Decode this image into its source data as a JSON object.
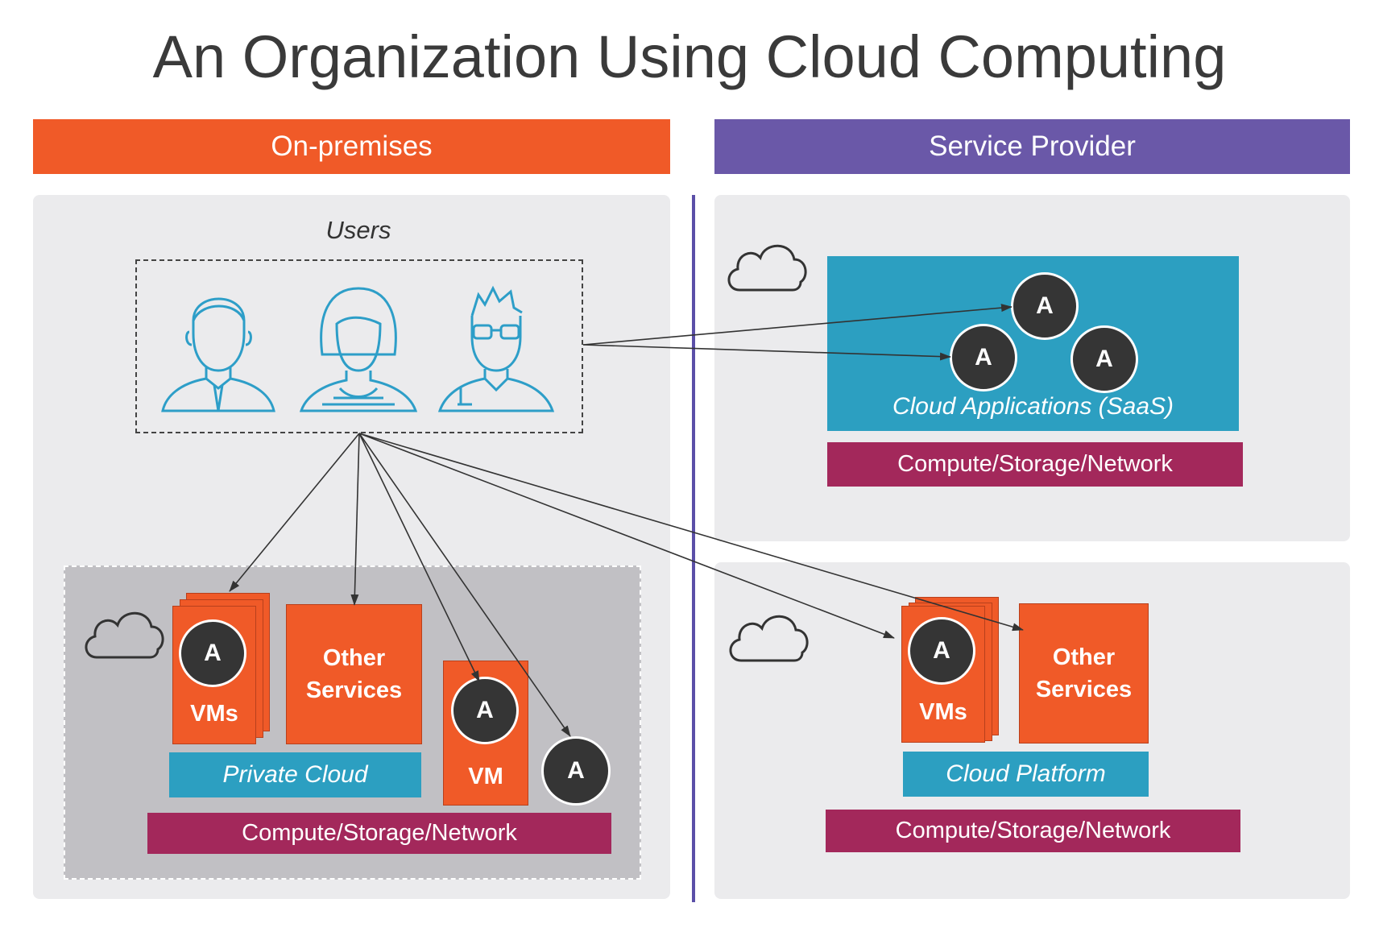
{
  "title": "An Organization Using Cloud Computing",
  "on_premises": {
    "header": "On-premises",
    "users_label": "Users",
    "private_cloud": {
      "vms_label": "VMs",
      "app_label": "A",
      "other_services": "Other Services",
      "cloud_label": "Private Cloud",
      "vm_label": "VM",
      "standalone_app_label": "A",
      "infra_label": "Compute/Storage/Network"
    }
  },
  "service_provider": {
    "header": "Service Provider",
    "saas": {
      "apps": [
        "A",
        "A",
        "A"
      ],
      "label": "Cloud Applications (SaaS)",
      "infra_label": "Compute/Storage/Network"
    },
    "paas": {
      "vms_label": "VMs",
      "app_label": "A",
      "other_services": "Other Services",
      "platform_label": "Cloud Platform",
      "infra_label": "Compute/Storage/Network"
    }
  },
  "colors": {
    "on_premises_header": "#f05a28",
    "service_provider_header": "#6a58a8",
    "vm_orange": "#f05a28",
    "platform_teal": "#2c9fc1",
    "infra_maroon": "#a3285b",
    "user_icon_blue": "#2d9ec8",
    "divider": "#5b4fa8"
  }
}
